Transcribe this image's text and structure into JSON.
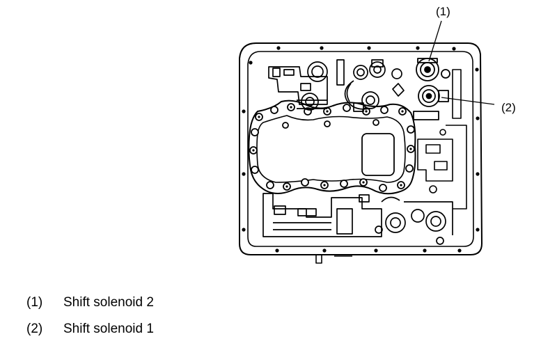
{
  "diagram": {
    "callouts": [
      {
        "id": "1",
        "label": "(1)"
      },
      {
        "id": "2",
        "label": "(2)"
      }
    ]
  },
  "legend": {
    "items": [
      {
        "number": "(1)",
        "label": "Shift solenoid 2"
      },
      {
        "number": "(2)",
        "label": "Shift solenoid 1"
      }
    ]
  }
}
